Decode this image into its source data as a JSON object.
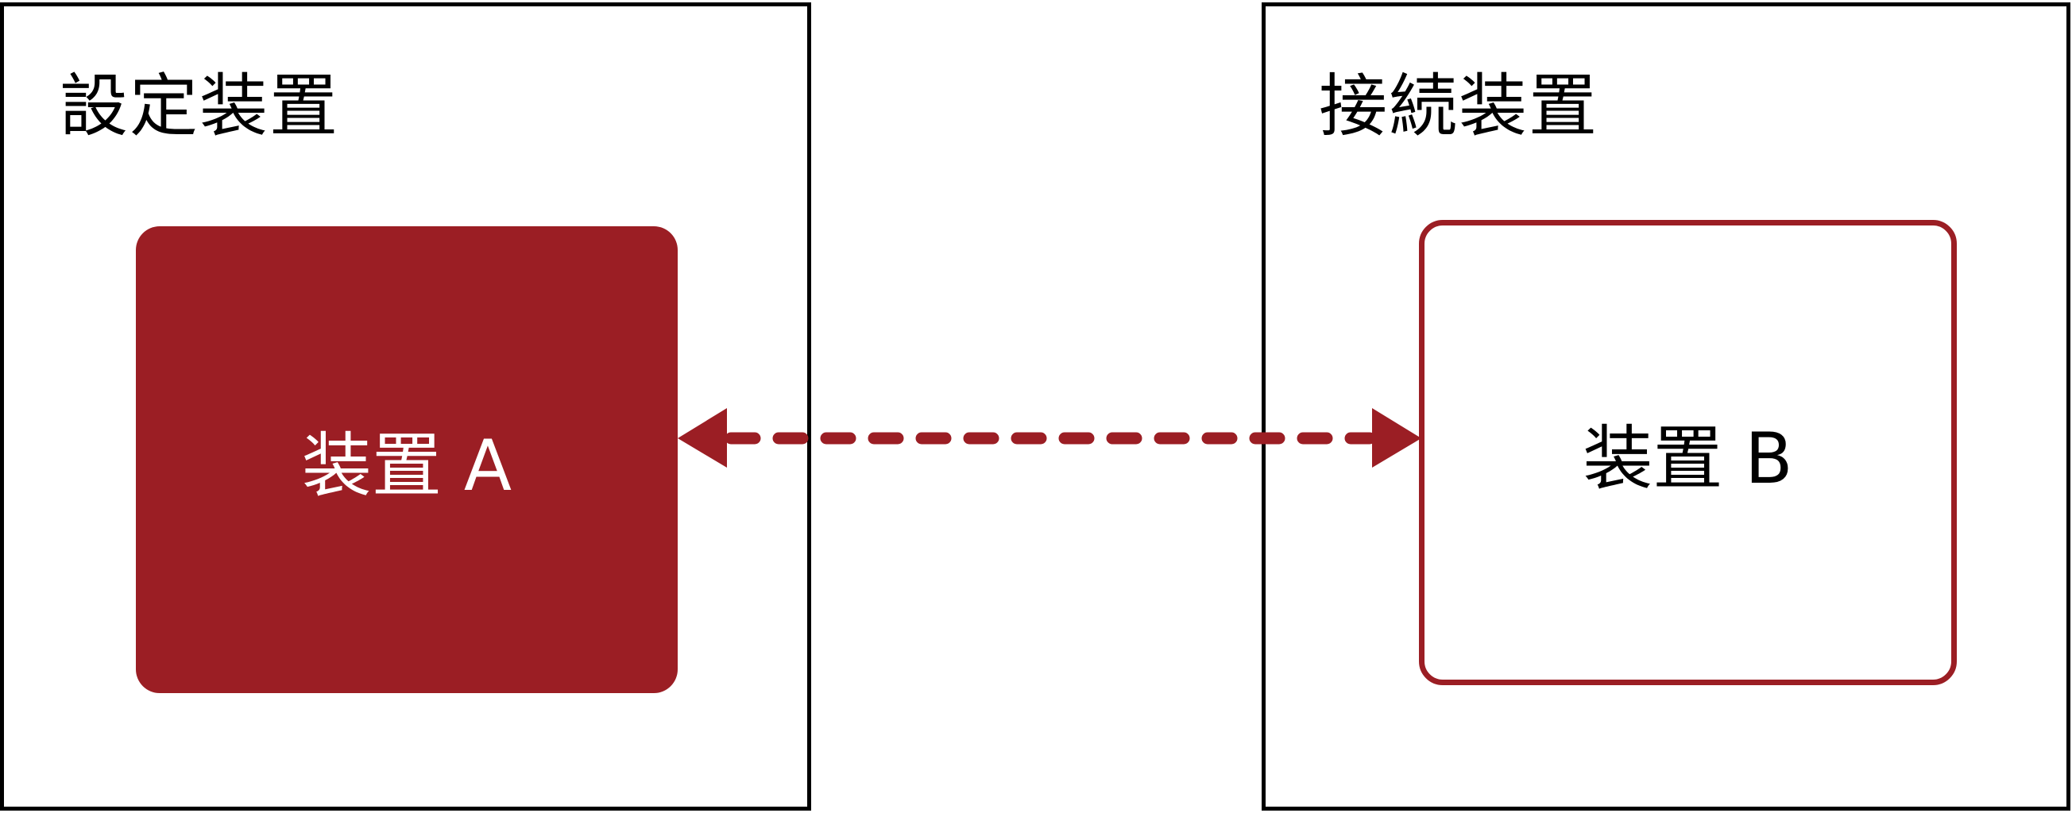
{
  "groups": [
    {
      "title": "設定装置",
      "device": "装置 A"
    },
    {
      "title": "接続装置",
      "device": "装置 B"
    }
  ],
  "connection": {
    "style": "dashed",
    "direction": "bidirectional",
    "color": "#9b1e24"
  },
  "colors": {
    "accent": "#9b1e24",
    "border": "#000000"
  }
}
